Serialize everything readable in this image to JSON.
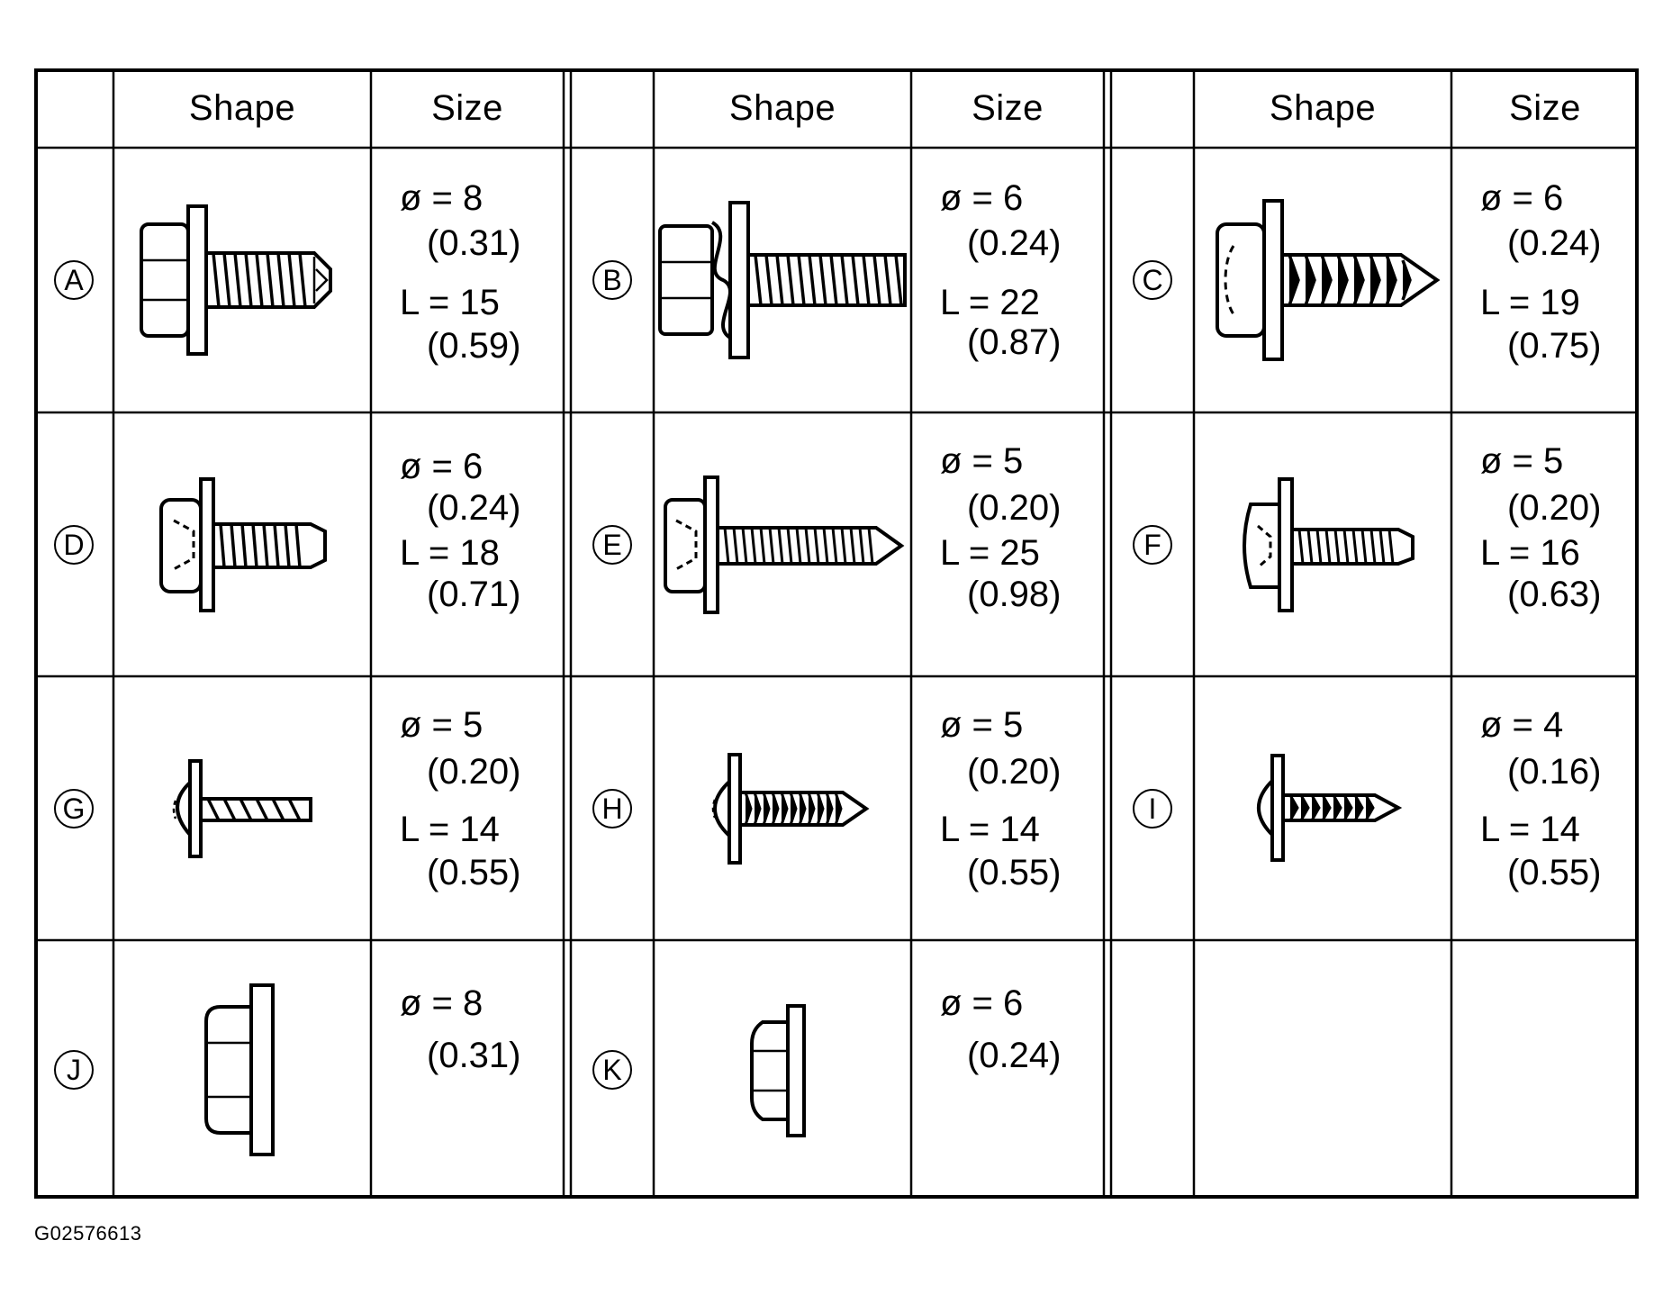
{
  "header": {
    "shape_label": "Shape",
    "size_label": "Size"
  },
  "fasteners": [
    {
      "letter": "A",
      "shape_icon": "flange-bolt-dog-point-icon",
      "dia": "ø = 8",
      "dia_in": "(0.31)",
      "len": "L = 15",
      "len_in": "(0.59)"
    },
    {
      "letter": "B",
      "shape_icon": "hex-bolt-spring-washer-icon",
      "dia": "ø = 6",
      "dia_in": "(0.24)",
      "len": "L = 22",
      "len_in": "(0.87)"
    },
    {
      "letter": "C",
      "shape_icon": "washer-head-tapping-screw-icon",
      "dia": "ø = 6",
      "dia_in": "(0.24)",
      "len": "L = 19",
      "len_in": "(0.75)"
    },
    {
      "letter": "D",
      "shape_icon": "washer-head-bolt-icon",
      "dia": "ø = 6",
      "dia_in": "(0.24)",
      "len": "L = 18",
      "len_in": "(0.71)"
    },
    {
      "letter": "E",
      "shape_icon": "hex-washer-tapping-screw-icon",
      "dia": "ø = 5",
      "dia_in": "(0.20)",
      "len": "L = 25",
      "len_in": "(0.98)"
    },
    {
      "letter": "F",
      "shape_icon": "washer-head-screw-icon",
      "dia": "ø = 5",
      "dia_in": "(0.20)",
      "len": "L = 16",
      "len_in": "(0.63)"
    },
    {
      "letter": "G",
      "shape_icon": "pan-head-coarse-screw-icon",
      "dia": "ø = 5",
      "dia_in": "(0.20)",
      "len": "L = 14",
      "len_in": "(0.55)"
    },
    {
      "letter": "H",
      "shape_icon": "pan-head-tapping-screw-icon",
      "dia": "ø = 5",
      "dia_in": "(0.20)",
      "len": "L = 14",
      "len_in": "(0.55)"
    },
    {
      "letter": "I",
      "shape_icon": "pan-head-small-screw-icon",
      "dia": "ø = 4",
      "dia_in": "(0.16)",
      "len": "L = 14",
      "len_in": "(0.55)"
    },
    {
      "letter": "J",
      "shape_icon": "flange-nut-icon",
      "dia": "ø = 8",
      "dia_in": "(0.31)"
    },
    {
      "letter": "K",
      "shape_icon": "small-flange-nut-icon",
      "dia": "ø = 6",
      "dia_in": "(0.24)"
    }
  ],
  "figure_code": "G02576613"
}
